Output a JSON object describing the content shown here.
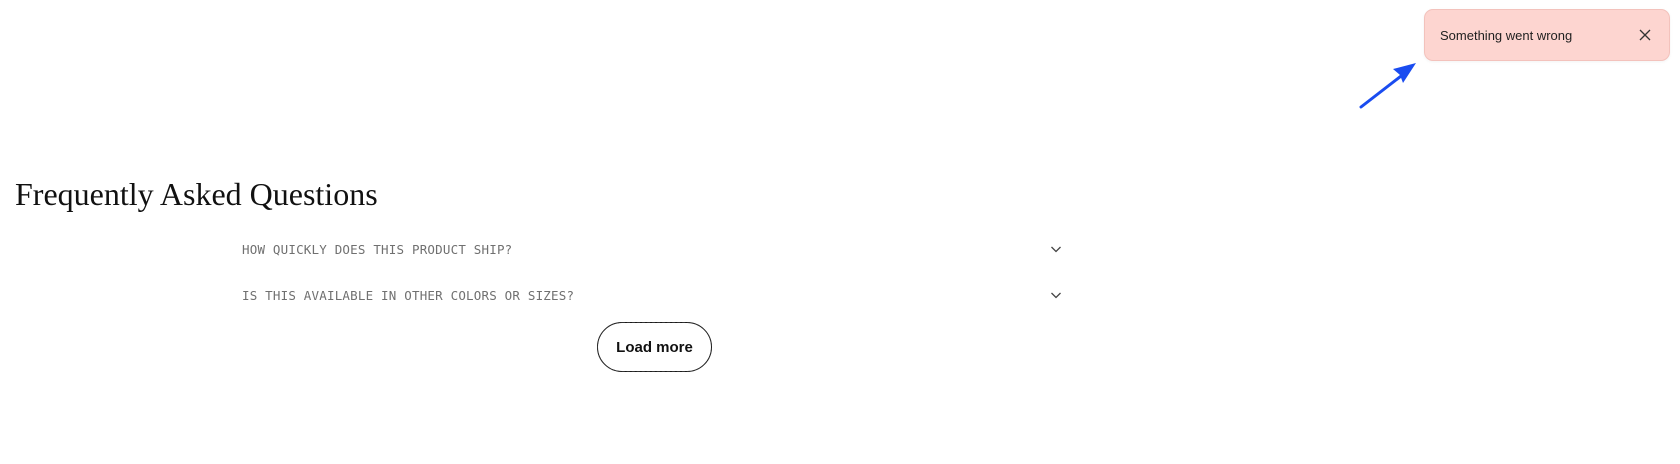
{
  "faq": {
    "title": "Frequently Asked Questions",
    "items": [
      {
        "question": "HOW QUICKLY DOES THIS PRODUCT SHIP?",
        "expanded": false,
        "icon": "chevron-down-icon"
      },
      {
        "question": "IS THIS AVAILABLE IN OTHER COLORS OR SIZES?",
        "expanded": false,
        "icon": "chevron-down-icon"
      }
    ],
    "load_more_label": "Load more"
  },
  "toast": {
    "message": "Something went wrong",
    "close_icon": "close-icon",
    "background": "#fdd5d0"
  },
  "annotation": {
    "icon": "arrow-pointer-icon",
    "color": "#1a4cf0"
  }
}
